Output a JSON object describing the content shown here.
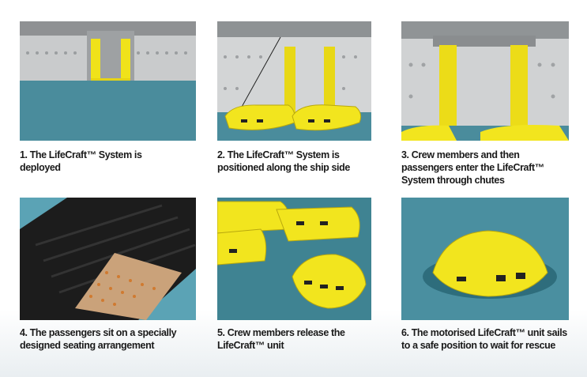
{
  "steps": [
    {
      "caption": "1. The LifeCraft™ System is deployed",
      "image": "ship-side-deployed"
    },
    {
      "caption": "2. The LifeCraft™ System is positioned along the ship side",
      "image": "rafts-alongside-ship"
    },
    {
      "caption": "3. Crew members and then passengers enter the LifeCraft™ System through chutes",
      "image": "chutes-into-rafts"
    },
    {
      "caption": "4. The passengers sit on a specially designed seating arrangement",
      "image": "seating-arrangement"
    },
    {
      "caption": "5. Crew members release the LifeCraft™ unit",
      "image": "unit-released"
    },
    {
      "caption": "6. The motorised LifeCraft™ unit sails to a safe position to wait for rescue",
      "image": "unit-sailing"
    }
  ]
}
